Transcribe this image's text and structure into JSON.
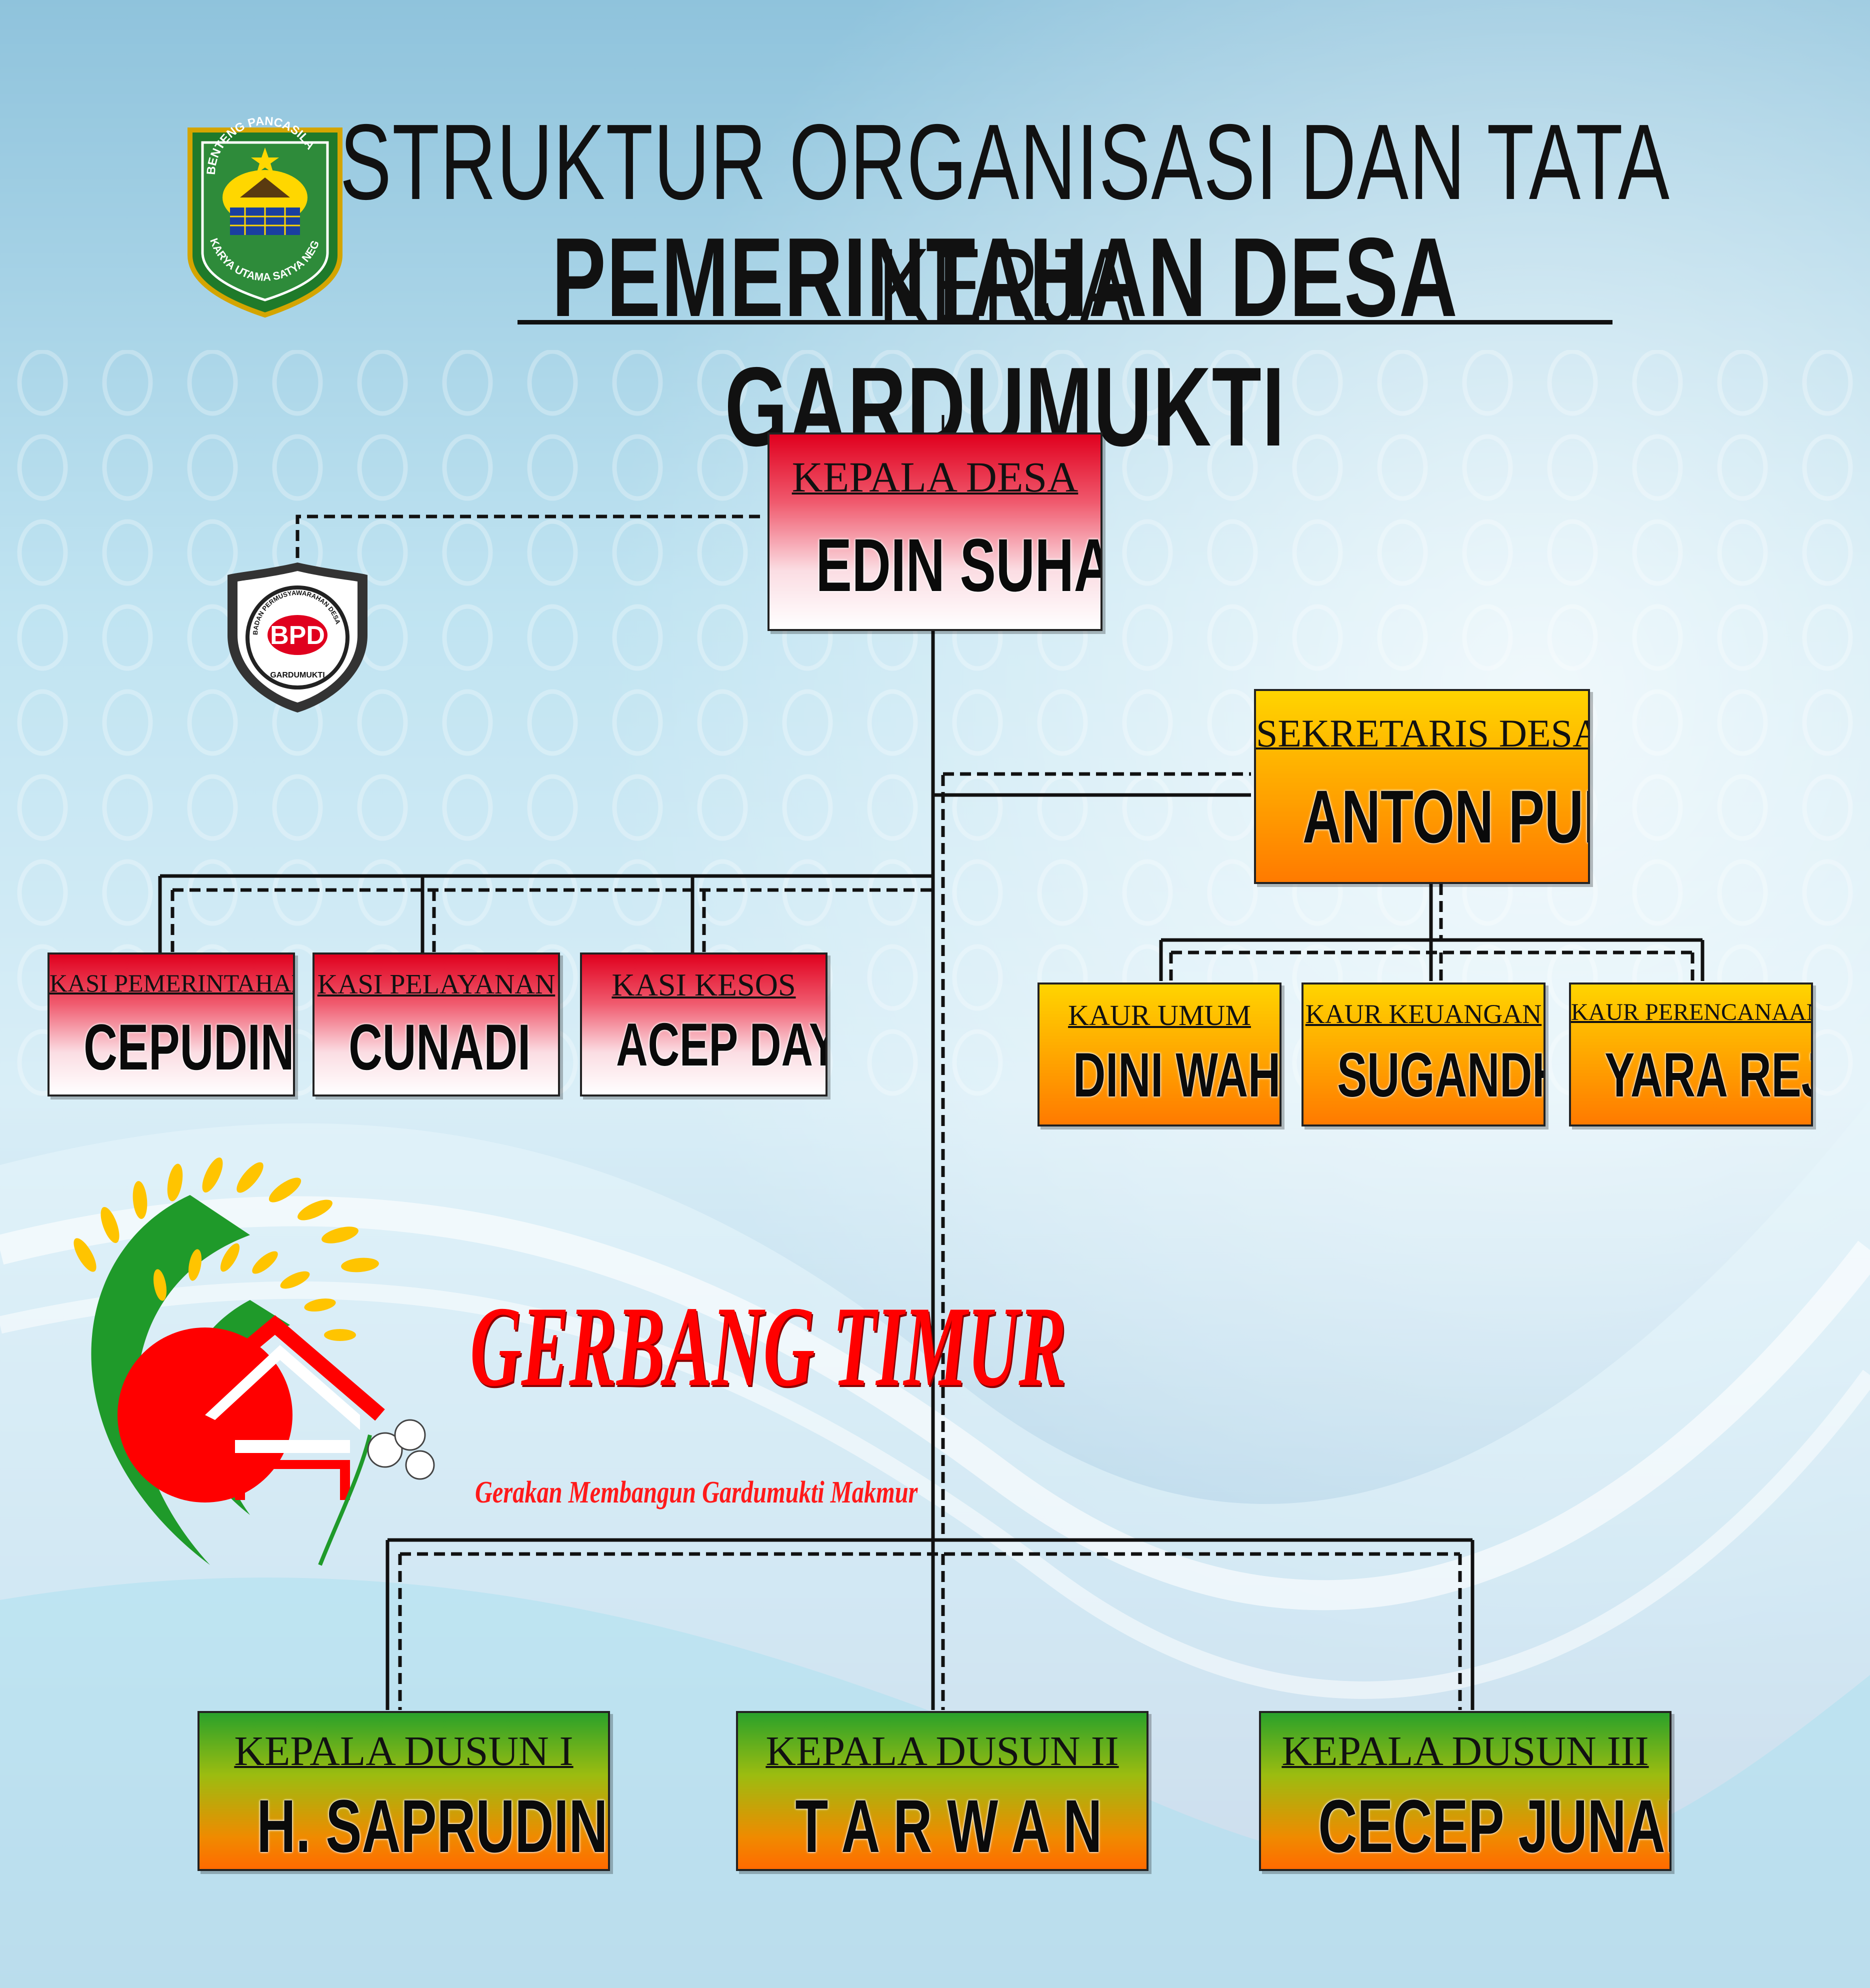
{
  "header": {
    "title_line1": "STRUKTUR ORGANISASI DAN TATA KERJA",
    "title_line2": "PEMERINTAHAN DESA GARDUMUKTI"
  },
  "emblem": {
    "arc_text": "BENTENG PANCASILA",
    "motto": "KARYA UTAMA SATYA NEGARA",
    "icon": "regency-emblem-icon"
  },
  "bpd_logo": {
    "abbrev": "BPD",
    "ring_text": "BADAN PERMUSYAWARAHAN DESA",
    "bottom_text": "GARDUMUKTI",
    "icon": "bpd-shield-icon"
  },
  "chart": {
    "head": {
      "role": "KEPALA DESA",
      "name": "EDIN SUHAEDIN"
    },
    "secretary": {
      "role": "SEKRETARIS DESA",
      "name": "ANTON PURNAMA"
    },
    "kasi": [
      {
        "role": "KASI PEMERINTAHAN",
        "name": "CEPUDIN"
      },
      {
        "role": "KASI PELAYANAN",
        "name": "CUNADI"
      },
      {
        "role": "KASI KESOS",
        "name": "ACEP DAYAT"
      }
    ],
    "kaur": [
      {
        "role": "KAUR UMUM",
        "name": "DINI WAHDINI"
      },
      {
        "role": "KAUR KEUANGAN",
        "name": "SUGANDHI"
      },
      {
        "role": "KAUR PERENCANAAN",
        "name": "YARA REJUNI"
      }
    ],
    "dusun": [
      {
        "role": "KEPALA DUSUN I",
        "name": "H. SAPRUDIN"
      },
      {
        "role": "KEPALA DUSUN II",
        "name": "T A R W A N"
      },
      {
        "role": "KEPALA DUSUN III",
        "name": "CECEP JUNAEDI"
      }
    ]
  },
  "program_logo": {
    "title": "GERBANG TIMUR",
    "subtitle": "Gerakan Membangun  Gardumukti Makmur",
    "icon": "rice-house-logo-icon"
  },
  "colors": {
    "official_red": "#e0001e",
    "secretary_orange": "#ff9a00",
    "dusun_green": "#2aa12a",
    "logo_red": "#ff0000"
  }
}
